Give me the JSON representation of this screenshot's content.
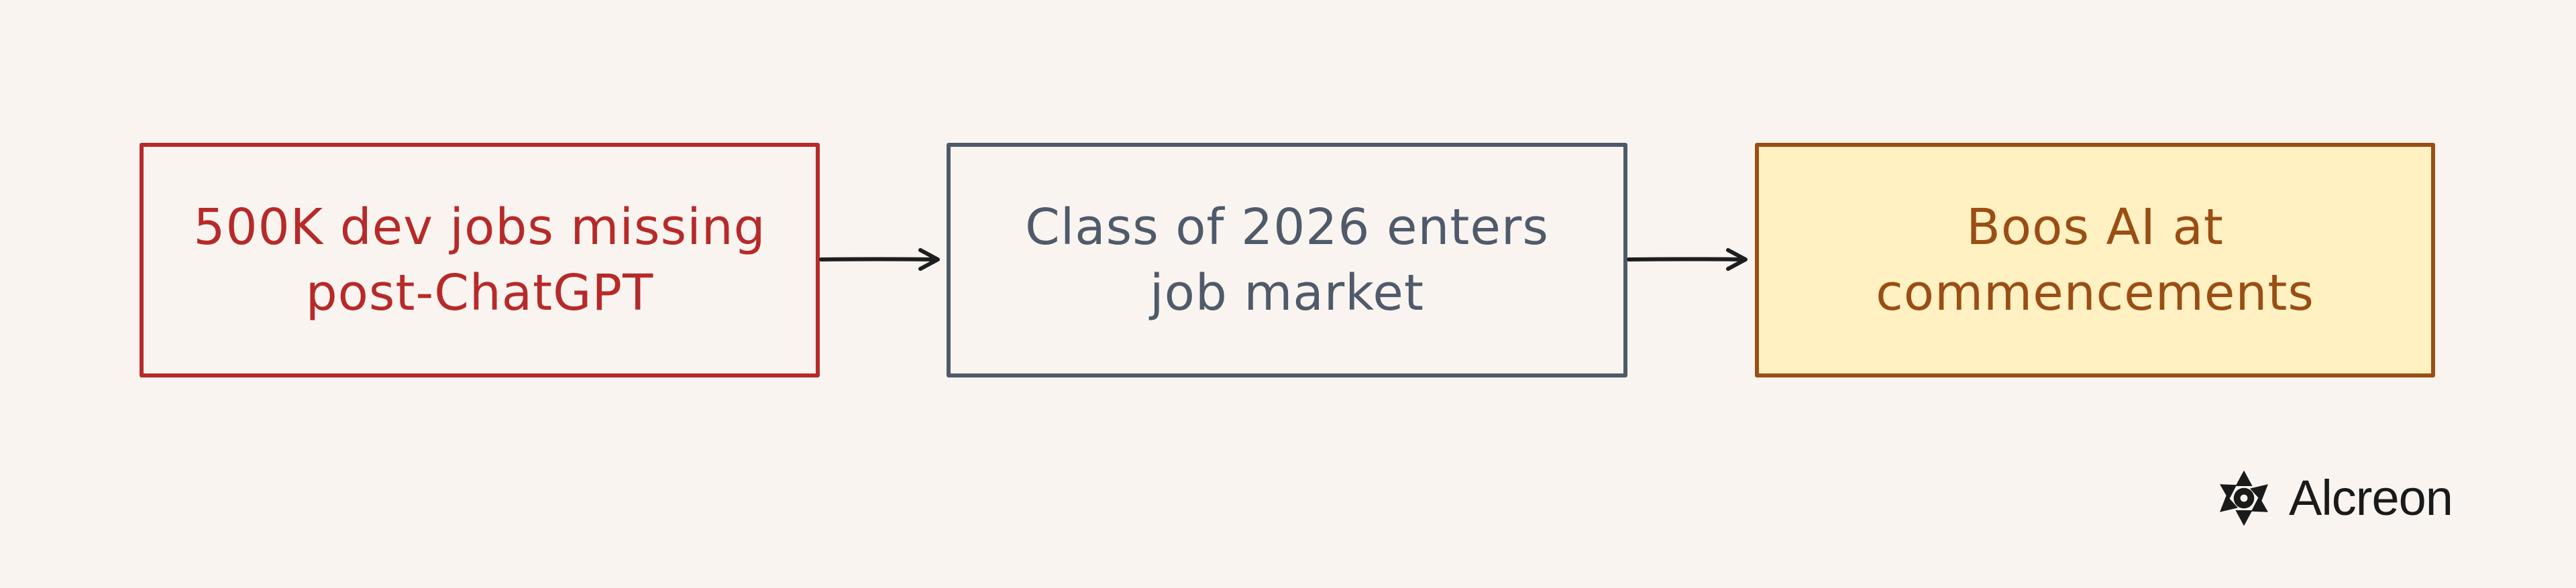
{
  "diagram": {
    "nodes": [
      {
        "id": "n1",
        "label": "500K dev jobs missing\npost-ChatGPT"
      },
      {
        "id": "n2",
        "label": "Class of 2026 enters\njob market"
      },
      {
        "id": "n3",
        "label": "Boos AI at\ncommencements"
      }
    ],
    "edges": [
      {
        "from": "n1",
        "to": "n2"
      },
      {
        "from": "n2",
        "to": "n3"
      }
    ],
    "colors": {
      "background": "#f9f4ef",
      "node1": "#b72a2a",
      "node2": "#4f5a6b",
      "node3_border": "#9a4e14",
      "node3_fill": "#fff1c2",
      "arrow": "#1e1e1e"
    }
  },
  "brand": {
    "name": "Alcreon",
    "icon": "alcreon-logo-icon"
  }
}
